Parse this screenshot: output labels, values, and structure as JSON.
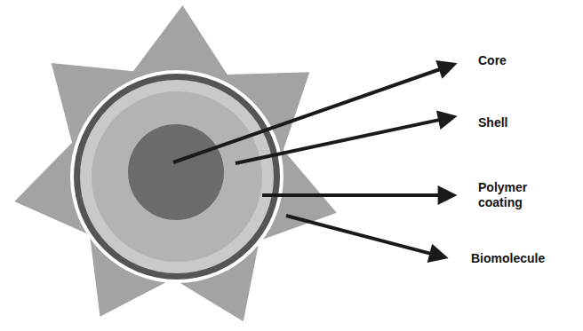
{
  "diagram": {
    "labels": [
      "Core",
      "Shell",
      "Polymer coating",
      "Biomolecule"
    ]
  }
}
